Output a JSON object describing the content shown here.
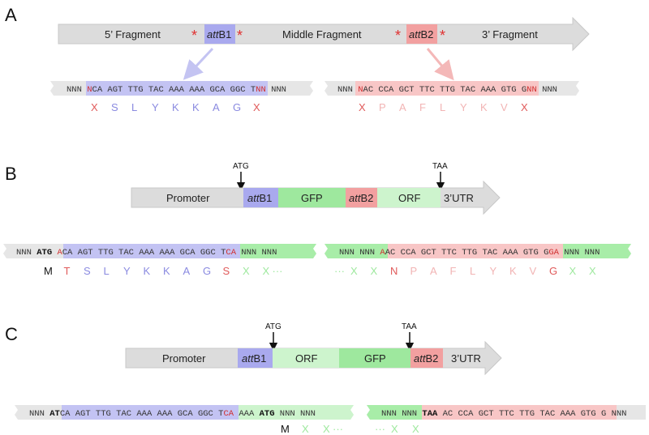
{
  "panels": {
    "a": "A",
    "b": "B",
    "c": "C"
  },
  "colors": {
    "gray": "#dcdcdc",
    "gray_dark": "#c8c8c8",
    "blue": "#a9a9ee",
    "blue_dark": "#7b7bdc",
    "red": "#f2a0a0",
    "red_dark": "#e07a7a",
    "green": "#9ee89e",
    "green_light": "#cdf4cd",
    "star": "#e03030",
    "arrow_blue": "#c4c4f2",
    "arrow_red": "#f4b8b8"
  },
  "a": {
    "frag5": "5’ Fragment",
    "attb1_italic": "att",
    "attb1_rest": "B1",
    "middle": "Middle Fragment",
    "attb2_italic": "att",
    "attb2_rest": "B2",
    "frag3": "3’ Fragment",
    "star": "*",
    "seq_left_pre": "NNN ",
    "seq_left_n": "N",
    "seq_left_mid": "CA AGT TTG TAC AAA AAA GCA GGC T",
    "seq_left_nn": "NN",
    "seq_left_post": " NNN",
    "aa_left": [
      "X",
      "S",
      "L",
      "Y",
      "K",
      "K",
      "A",
      "G",
      "X"
    ],
    "seq_right_pre": "NNN ",
    "seq_right_n": "N",
    "seq_right_mid": "AC CCA GCT TTC TTG TAC AAA GTG G",
    "seq_right_nn": "NN",
    "seq_right_post": " NNN",
    "aa_right": [
      "X",
      "P",
      "A",
      "F",
      "L",
      "Y",
      "K",
      "V",
      "X"
    ]
  },
  "b": {
    "atg": "ATG",
    "taa": "TAA",
    "promoter": "Promoter",
    "attb1_italic": "att",
    "attb1_rest": "B1",
    "gfp": "GFP",
    "attb2_italic": "att",
    "attb2_rest": "B2",
    "orf": "ORF",
    "utr": "3’UTR",
    "seq_left_pre": "NNN ",
    "seq_left_atg": "ATG",
    "seq_left_sp": " ",
    "seq_left_a": "A",
    "seq_left_mid": "CA AGT TTG TAC AAA AAA GCA GGC T",
    "seq_left_ca": "CA",
    "seq_left_post": " NNN NNN",
    "aa_left": [
      "M",
      "T",
      "S",
      "L",
      "Y",
      "K",
      "K",
      "A",
      "G",
      "S",
      "X",
      "X"
    ],
    "ellipsis": "···",
    "seq_right_pre": "NNN NNN ",
    "seq_right_a": "A",
    "seq_right_mid": "AC CCA GCT TTC TTG TAC AAA GTG G",
    "seq_right_ga": "GA",
    "seq_right_post": " NNN NNN",
    "aa_right": [
      "X",
      "X",
      "N",
      "P",
      "A",
      "F",
      "L",
      "Y",
      "K",
      "V",
      "G",
      "X",
      "X"
    ]
  },
  "c": {
    "atg": "ATG",
    "taa": "TAA",
    "promoter": "Promoter",
    "attb1_italic": "att",
    "attb1_rest": "B1",
    "orf": "ORF",
    "gfp": "GFP",
    "attb2_italic": "att",
    "attb2_rest": "B2",
    "utr": "3’UTR",
    "seq_left_pre": "NNN ",
    "seq_left_at": "AT",
    "seq_left_mid": "CA AGT TTG TAC AAA AAA GCA GGC T",
    "seq_left_ca": "CA",
    "seq_left_aaa": " AAA ",
    "seq_left_atg": "ATG",
    "seq_left_post": " NNN NNN",
    "aa_left": [
      "M",
      "X",
      "X"
    ],
    "ellipsis": "···",
    "seq_right_pre": "NNN NNN ",
    "seq_right_taa": "TAA",
    "seq_right_mid": " AC CCA GCT TTC TTG TAC AAA GTG G",
    "seq_right_post": " NNN",
    "aa_right": [
      "X",
      "X"
    ]
  }
}
